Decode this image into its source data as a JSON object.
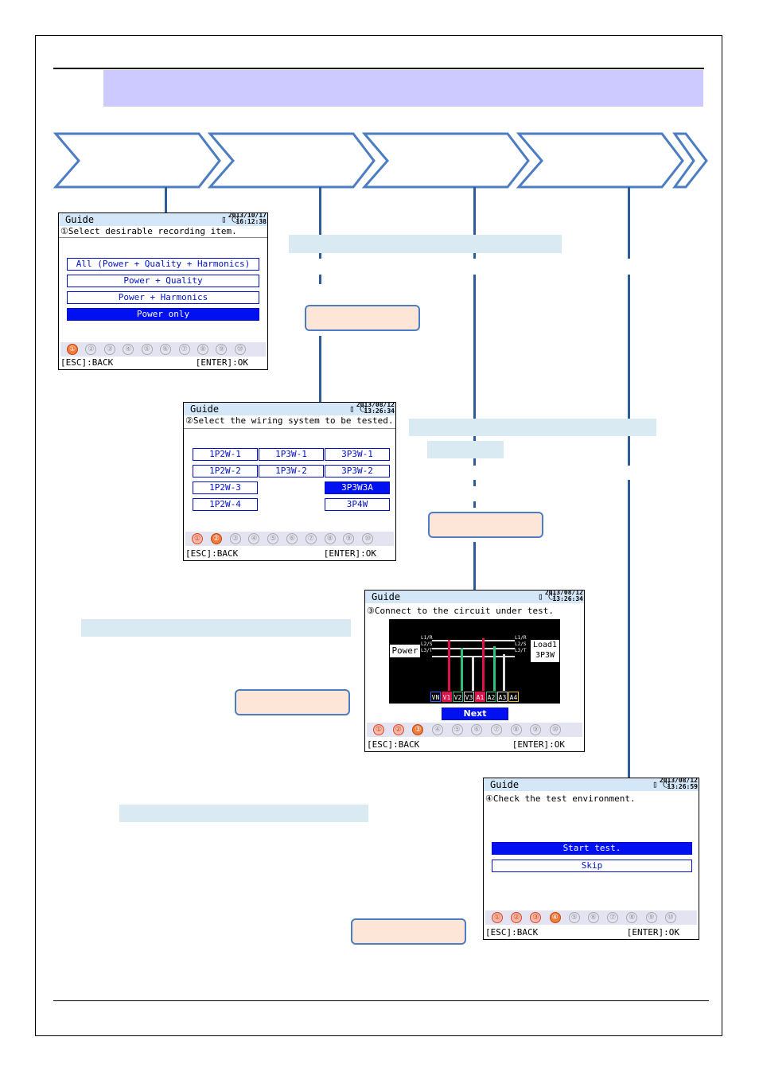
{
  "screen1": {
    "title": "Guide",
    "date": "2013/10/17",
    "time": "16:12:38",
    "instruction": "①Select desirable recording item.",
    "options": [
      "All (Power + Quality + Harmonics)",
      "Power + Quality",
      "Power + Harmonics",
      "Power only"
    ],
    "selected": 3,
    "back": "[ESC]:BACK",
    "ok": "[ENTER]:OK"
  },
  "screen2": {
    "title": "Guide",
    "date": "2013/08/12",
    "time": "13:26:34",
    "instruction": "②Select the wiring system to be tested.",
    "col1": [
      "1P2W-1",
      "1P2W-2",
      "1P2W-3",
      "1P2W-4"
    ],
    "col2": [
      "1P3W-1",
      "1P3W-2"
    ],
    "col3": [
      "3P3W-1",
      "3P3W-2",
      "3P3W3A",
      "3P4W"
    ],
    "back": "[ESC]:BACK",
    "ok": "[ENTER]:OK"
  },
  "screen3": {
    "title": "Guide",
    "date": "2013/08/12",
    "time": "13:26:34",
    "instruction": "③Connect to the circuit under test.",
    "source": "Power",
    "load": "Load1",
    "load_type": "3P3W",
    "lines_left": [
      "L1/R",
      "L2/S",
      "L3/T"
    ],
    "lines_right": [
      "L1/R",
      "L2/S",
      "L3/T"
    ],
    "terminals": [
      "VN",
      "V1",
      "V2",
      "V3",
      "A1",
      "A2",
      "A3",
      "A4"
    ],
    "next": "Next",
    "back": "[ESC]:BACK",
    "ok": "[ENTER]:OK"
  },
  "screen4": {
    "title": "Guide",
    "date": "2013/08/12",
    "time": "13:26:59",
    "instruction": "④Check the test environment.",
    "options": [
      "Start test.",
      "Skip"
    ],
    "back": "[ESC]:BACK",
    "ok": "[ENTER]:OK"
  },
  "step_numbers": [
    "①",
    "②",
    "③",
    "④",
    "⑤",
    "⑥",
    "⑦",
    "⑧",
    "⑨",
    "⑩"
  ],
  "colors": {
    "banner": "#cccaff",
    "arrow_stroke": "#4c7dc3",
    "line": "#2e5b9a",
    "label_bar": "#daeaf3",
    "pill_fill": "#fde5d7",
    "select": "#0010f0"
  }
}
